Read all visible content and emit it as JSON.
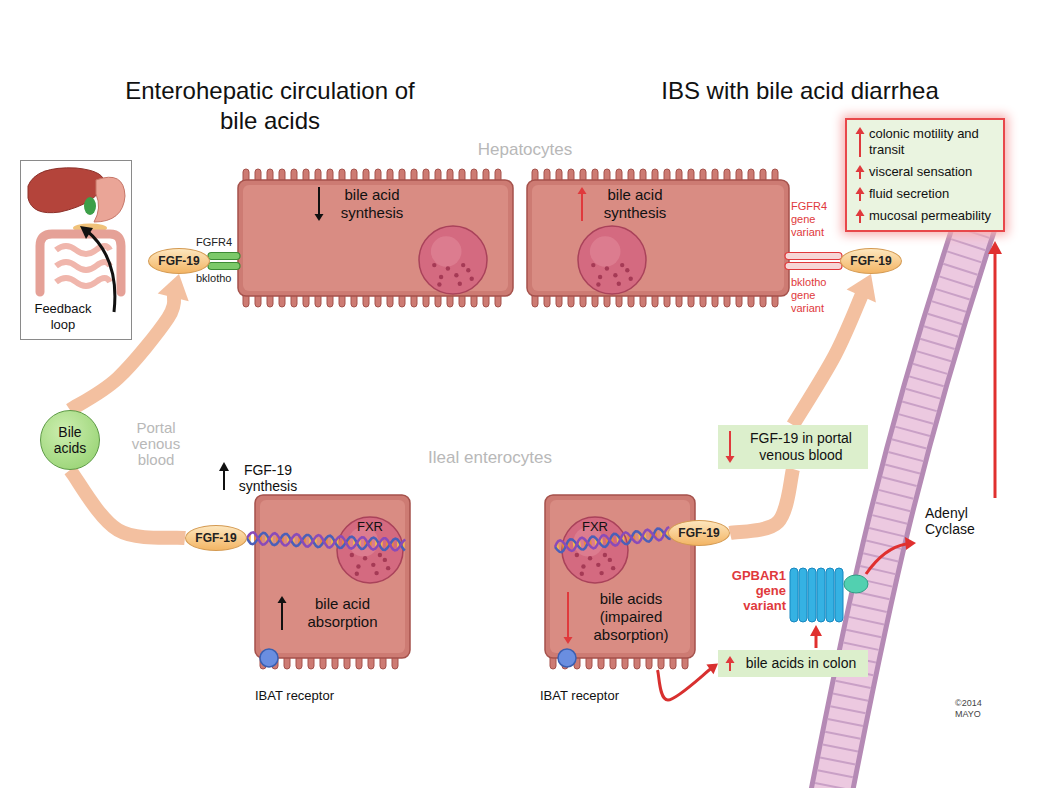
{
  "diagram": {
    "nodes": [
      {
        "text": [
          "Feedback loop"
        ]
      },
      {
        "text": [
          "bile acid synthesis"
        ]
      },
      {
        "text": [
          "bile acid synthesis"
        ]
      },
      {
        "text": [
          "bile acid absorption"
        ]
      },
      {
        "text": [
          "bile acids (impaired absorption)"
        ]
      },
      {
        "text": [
          "FGF-19"
        ]
      },
      {
        "text": [
          "FGF-19"
        ]
      },
      {
        "text": [
          "FGF-19"
        ]
      },
      {
        "text": [
          "FGF-19"
        ]
      },
      {
        "text": [
          "Bile acids"
        ]
      },
      {
        "text": [
          "FGF-19 in portal venous blood"
        ]
      },
      {
        "text": [
          "bile acids in colon"
        ]
      },
      {
        "text": [
          "colonic motility and transit",
          "visceral sensation",
          "fluid secretion",
          "mucosal permeability"
        ]
      }
    ],
    "edges": [
      {
        "from": 7,
        "to": 9,
        "arrow": "none"
      },
      {
        "from": 9,
        "to": 5,
        "arrow": "to"
      },
      {
        "from": 8,
        "to": 10,
        "arrow": "none"
      },
      {
        "from": 10,
        "to": 6,
        "arrow": "to"
      },
      {
        "from": 4,
        "to": 11,
        "arrow": "to"
      }
    ],
    "labels": [
      "Enterohepatic circulation of bile acids",
      "IBS with bile acid diarrhea",
      "Hepatocytes",
      "FGFR4",
      "bklotho",
      "FGFR4 gene variant",
      "bklotho gene variant",
      "Portal venous blood",
      "Ileal enterocytes",
      "FGF-19 synthesis",
      "FXR",
      "FXR",
      "IBAT receptor",
      "IBAT receptor",
      "GPBAR1 gene variant",
      "Adenyl Cyclase",
      "©2014 MAYO"
    ]
  }
}
